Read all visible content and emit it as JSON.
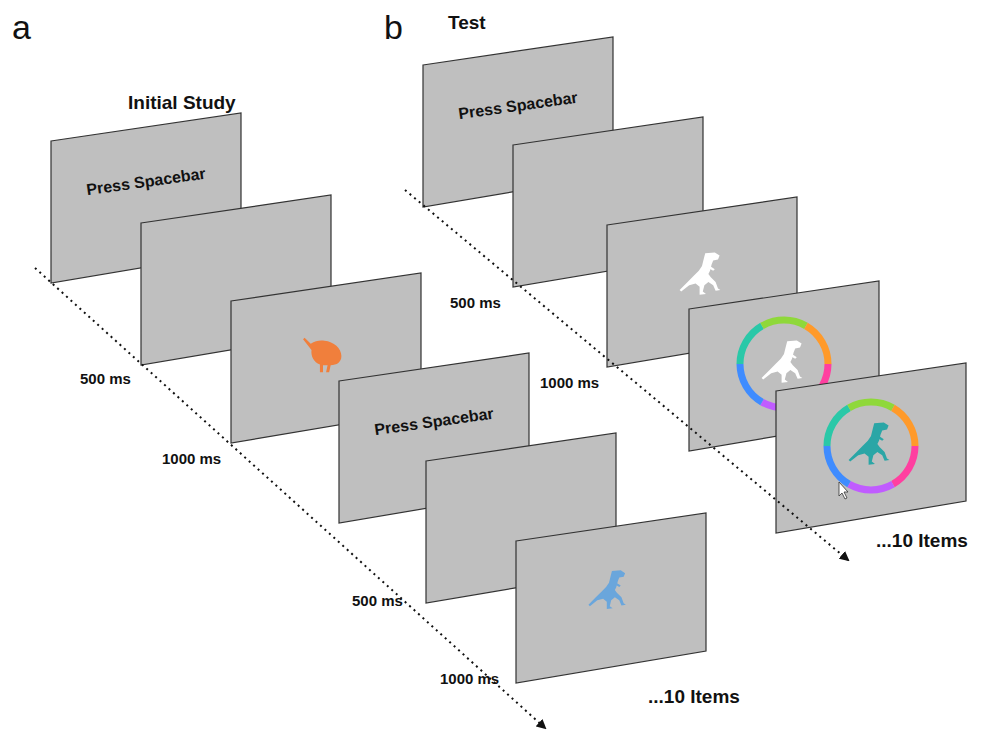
{
  "diagram": {
    "nodes": [
      {
        "text": [
          "Press Spacebar"
        ]
      },
      {
        "text": [
          "Press Spacebar"
        ]
      },
      {
        "text": [
          "Press Spacebar"
        ]
      }
    ],
    "labels": [
      "a",
      "Initial Study",
      "b",
      "Test",
      "500 ms",
      "1000 ms",
      "500 ms",
      "1000 ms",
      "500 ms",
      "1000 ms",
      "...10 Items",
      "...10 Items"
    ]
  }
}
